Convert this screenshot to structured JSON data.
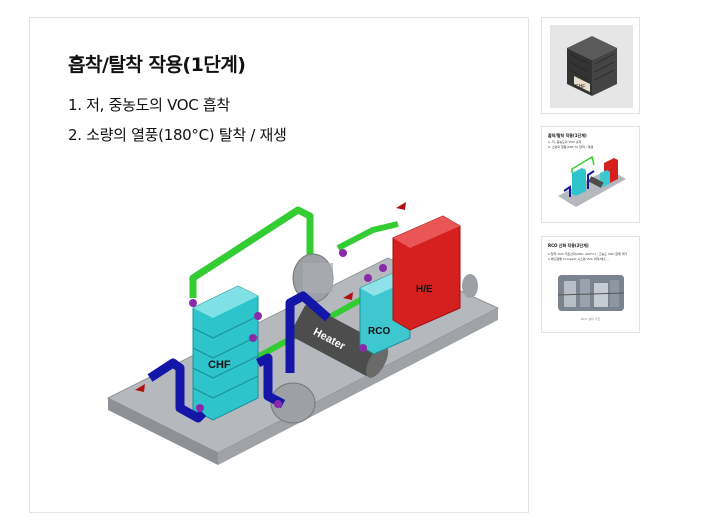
{
  "main": {
    "title": "흡착/탈착 작용(1단계)",
    "lines": [
      "1. 저, 중농도의 VOC 흡착",
      "2. 소량의 열풍(180°C) 탈착 / 재생"
    ],
    "diagram_labels": {
      "chf": "CHF",
      "rco": "RCO",
      "he": "H/E",
      "heater": "Heater"
    }
  },
  "thumbnails": [
    {
      "label": "CHF"
    },
    {
      "title": "흡착/탈착 작용(1단계)",
      "lines": [
        "1. 저, 중농도의 VOC 흡착",
        "2. 소량의 열풍(180°C) 탈착 / 재생"
      ]
    },
    {
      "title": "RCO 산화 작용(2단계)",
      "lines": [
        "1.탈착 VOC 저온산화(300~400°C) / 고농도 VOC 함께 제거",
        "2.배출원별 Compact 시스템 VOC 처리/배출 ..."
      ],
      "caption": "RCO 설비 사진"
    }
  ]
}
